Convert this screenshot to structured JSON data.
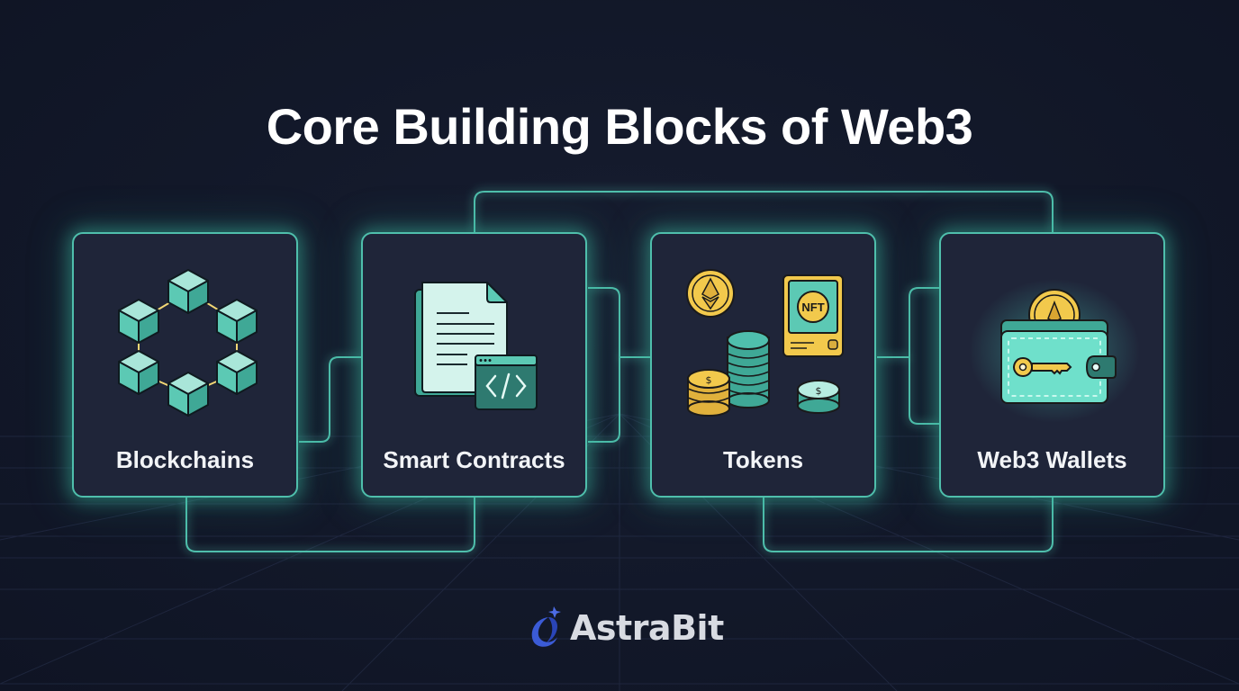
{
  "title": "Core Building Blocks of Web3",
  "colors": {
    "background": "#121829",
    "card_bg": "#1f2539",
    "accent_teal": "#4fbfac",
    "cube_teal": "#5cc9b4",
    "gold": "#f2c94c",
    "text": "#ffffff"
  },
  "cards": [
    {
      "label": "Blockchains",
      "icon": "blockchain-cubes-icon"
    },
    {
      "label": "Smart Contracts",
      "icon": "contract-document-code-icon"
    },
    {
      "label": "Tokens",
      "icon": "coins-nft-icon"
    },
    {
      "label": "Web3 Wallets",
      "icon": "wallet-key-icon"
    }
  ],
  "tokens_icon": {
    "nft_badge": "NFT"
  },
  "brand": {
    "name": "AstraBit",
    "icon": "astrabit-logo-icon"
  }
}
